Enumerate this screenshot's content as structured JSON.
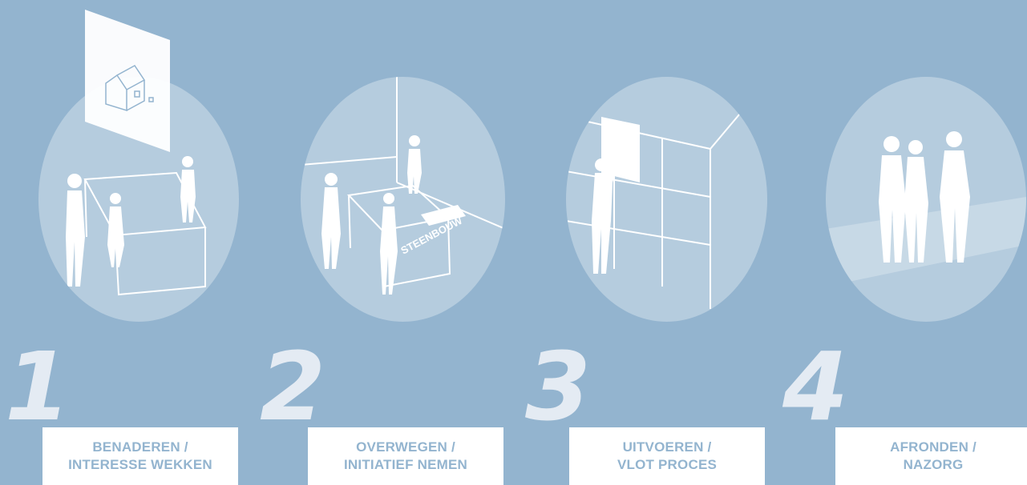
{
  "steps": [
    {
      "number": "1",
      "line1": "BENADEREN /",
      "line2": "INTERESSE WEKKEN"
    },
    {
      "number": "2",
      "line1": "OVERWEGEN /",
      "line2": "INITIATIEF NEMEN"
    },
    {
      "number": "3",
      "line1": "UITVOEREN /",
      "line2": "VLOT PROCES"
    },
    {
      "number": "4",
      "line1": "AFRONDEN /",
      "line2": "NAZORG"
    }
  ],
  "counter_text": "STEENBOUW",
  "colors": {
    "background": "#93b4cf",
    "label_bg": "#ffffff",
    "label_text": "#93b4cf",
    "number": "#e4ebf3"
  }
}
